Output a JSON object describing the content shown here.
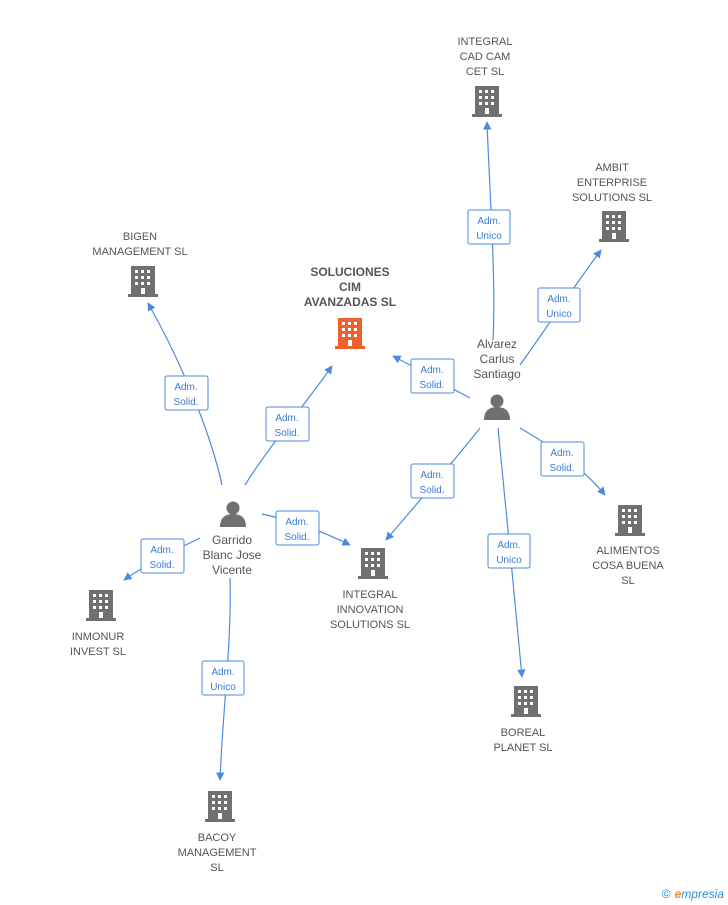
{
  "colors": {
    "building": "#707070",
    "building_main": "#f0602a",
    "edge": "#4a8be0",
    "person": "#707070"
  },
  "companies": {
    "main": [
      "SOLUCIONES",
      "CIM",
      "AVANZADAS SL"
    ],
    "integral_cad": [
      "INTEGRAL",
      "CAD CAM",
      "CET SL"
    ],
    "ambit": [
      "AMBIT",
      "ENTERPRISE",
      "SOLUTIONS SL"
    ],
    "bigen": [
      "BIGEN",
      "MANAGEMENT SL"
    ],
    "alimentos": [
      "ALIMENTOS",
      "COSA BUENA",
      "SL"
    ],
    "integral_innovation": [
      "INTEGRAL",
      "INNOVATION",
      "SOLUTIONS SL"
    ],
    "inmonur": [
      "INMONUR",
      "INVEST SL"
    ],
    "boreal": [
      "BOREAL",
      "PLANET SL"
    ],
    "bacoy": [
      "BACOY",
      "MANAGEMENT",
      "SL"
    ]
  },
  "persons": {
    "alvarez": [
      "Alvarez",
      "Carlus",
      "Santiago"
    ],
    "garrido": [
      "Garrido",
      "Blanc Jose",
      "Vicente"
    ]
  },
  "roles": {
    "a_integral_cad": [
      "Adm.",
      "Unico"
    ],
    "a_ambit": [
      "Adm.",
      "Unico"
    ],
    "a_main": [
      "Adm.",
      "Solid."
    ],
    "a_alimentos": [
      "Adm.",
      "Solid."
    ],
    "a_innovation": [
      "Adm.",
      "Solid."
    ],
    "a_boreal": [
      "Adm.",
      "Unico"
    ],
    "g_bigen": [
      "Adm.",
      "Solid."
    ],
    "g_main": [
      "Adm.",
      "Solid."
    ],
    "g_innovation": [
      "Adm.",
      "Solid."
    ],
    "g_inmonur": [
      "Adm.",
      "Solid."
    ],
    "g_bacoy": [
      "Adm.",
      "Unico"
    ]
  },
  "footer": {
    "copyright": "©",
    "brand_initial": "e",
    "brand_rest": "mpresia"
  }
}
